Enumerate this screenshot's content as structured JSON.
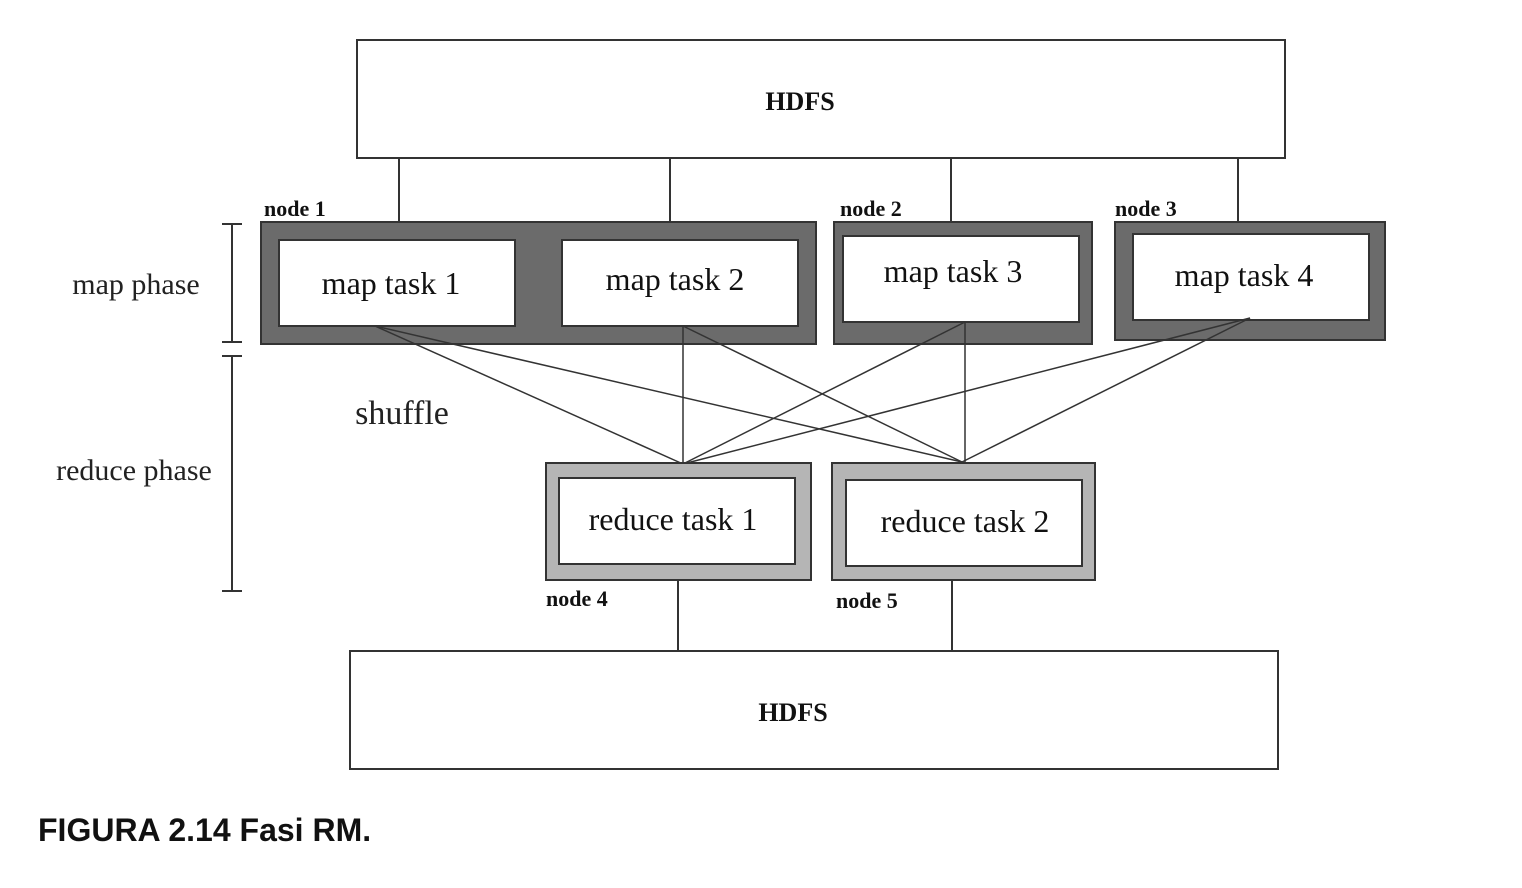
{
  "hdfs_top": "HDFS",
  "hdfs_bottom": "HDFS",
  "phases": {
    "map": "map phase",
    "reduce": "reduce phase",
    "shuffle": "shuffle"
  },
  "nodes": [
    "node 1",
    "node 2",
    "node 3",
    "node 4",
    "node 5"
  ],
  "map_tasks": [
    "map task 1",
    "map task 2",
    "map task 3",
    "map task 4"
  ],
  "reduce_tasks": [
    "reduce task 1",
    "reduce task 2"
  ],
  "caption": "FIGURA 2.14 Fasi RM.",
  "colors": {
    "map_node_fill": "#6b6b6b",
    "reduce_node_fill": "#b5b5b5",
    "line": "#333333"
  }
}
